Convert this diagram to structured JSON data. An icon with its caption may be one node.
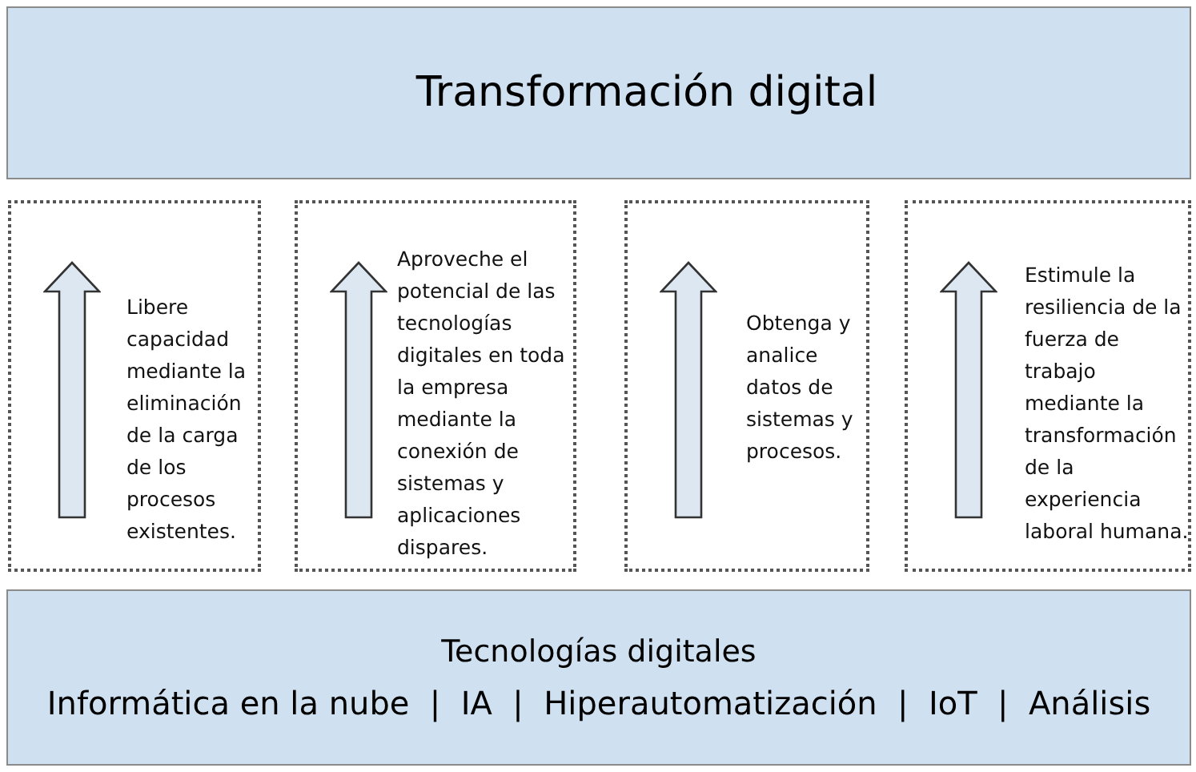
{
  "diagram": {
    "nodes": [
      {
        "text": [
          "Transformación digital"
        ]
      },
      {
        "text": [
          "Libere capacidad mediante la eliminación de la carga de los procesos existentes."
        ]
      },
      {
        "text": [
          "Aproveche el potencial de las tecnologías digitales en toda la empresa mediante la conexión de sistemas y aplicaciones dispares."
        ]
      },
      {
        "text": [
          "Obtenga y analice datos de sistemas y procesos."
        ]
      },
      {
        "text": [
          "Estimule la resiliencia de la fuerza de trabajo mediante la transformación de la experiencia laboral humana."
        ]
      },
      {
        "text": [
          "Tecnologías digitales",
          "Informática en la nube  |  IA  |  Hiperautomatización  |  IoT  |  Análisis"
        ]
      }
    ]
  }
}
